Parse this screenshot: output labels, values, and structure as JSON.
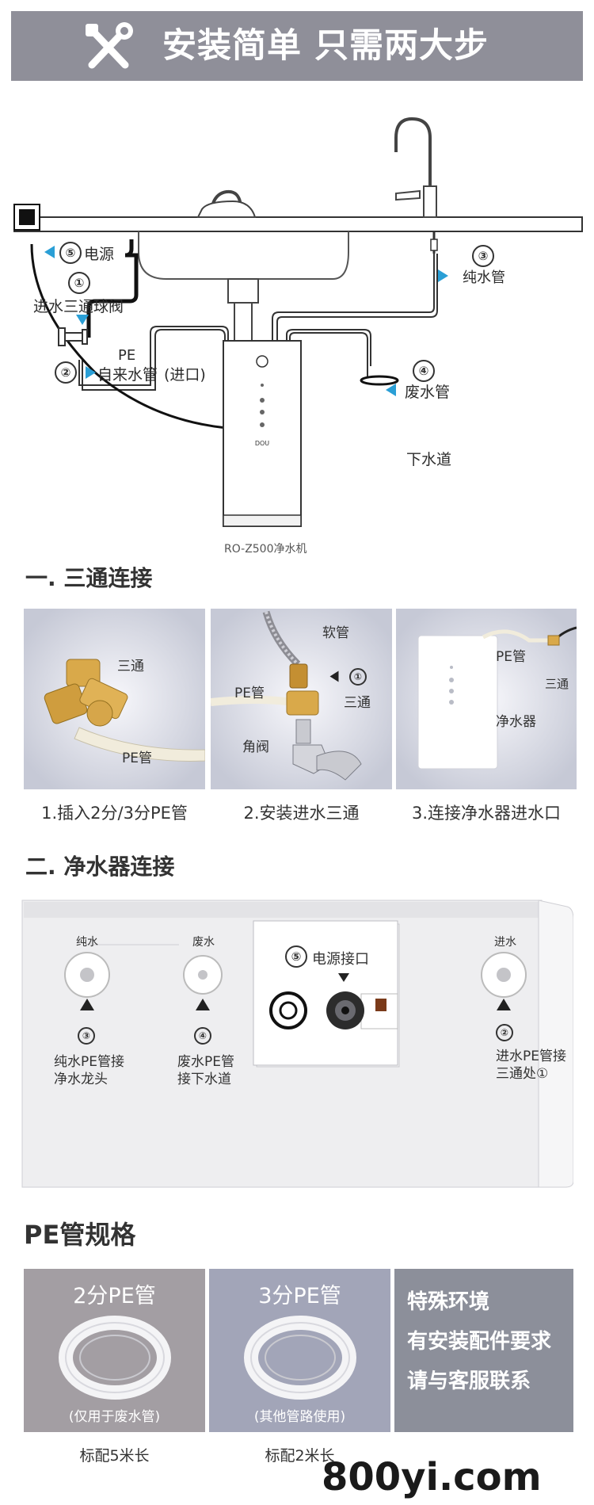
{
  "banner": {
    "title": "安装简单 只需两大步",
    "icon": "wrench-screwdriver-icon"
  },
  "diagram": {
    "power": "电源",
    "valve": "进水三通球阀",
    "pe": "PE",
    "tap_pipe": "自来水管",
    "inlet": "(进口)",
    "pure_pipe": "纯水管",
    "waste_pipe": "废水管",
    "drain": "下水道",
    "model": "RO-Z500净水机",
    "brand": "DOU",
    "n1": "①",
    "n2": "②",
    "n3": "③",
    "n4": "④",
    "n5": "⑤"
  },
  "section1": {
    "title": "一. 三通连接",
    "photos": [
      {
        "labels": [
          "三通",
          "PE管"
        ],
        "caption": "1.插入2分/3分PE管"
      },
      {
        "labels": [
          "软管",
          "PE管",
          "三通",
          "角阀"
        ],
        "num": "①",
        "caption": "2.安装进水三通"
      },
      {
        "labels": [
          "PE管",
          "三通",
          "净水器"
        ],
        "caption": "3.连接净水器进水口"
      }
    ]
  },
  "section2": {
    "title": "二. 净水器连接",
    "ports": {
      "pure": "纯水",
      "waste": "废水",
      "inlet": "进水",
      "power_num": "⑤",
      "power": "电源接口"
    },
    "notes": {
      "n3": "③",
      "pure_line1": "纯水PE管接",
      "pure_line2": "净水龙头",
      "n4": "④",
      "waste_line1": "废水PE管",
      "waste_line2": "接下水道",
      "n2": "②",
      "inlet_line1": "进水PE管接",
      "inlet_line2": "三通处①"
    }
  },
  "pe_spec": {
    "title": "PE管规格",
    "tubes": [
      {
        "name": "2分PE管",
        "note": "(仅用于废水管)",
        "length": "标配5米长"
      },
      {
        "name": "3分PE管",
        "note": "(其他管路使用)",
        "length": "标配2米长"
      }
    ],
    "special": [
      "特殊环境",
      "有安装配件要求",
      "请与客服联系"
    ]
  },
  "watermark": "800yi.com",
  "colors": {
    "banner": "#8f8f99",
    "accent_blue": "#2a9fd6",
    "tube_box_1": "#a39ea3",
    "tube_box_2": "#a2a5b8",
    "tube_box_3": "#8c8f9a"
  }
}
